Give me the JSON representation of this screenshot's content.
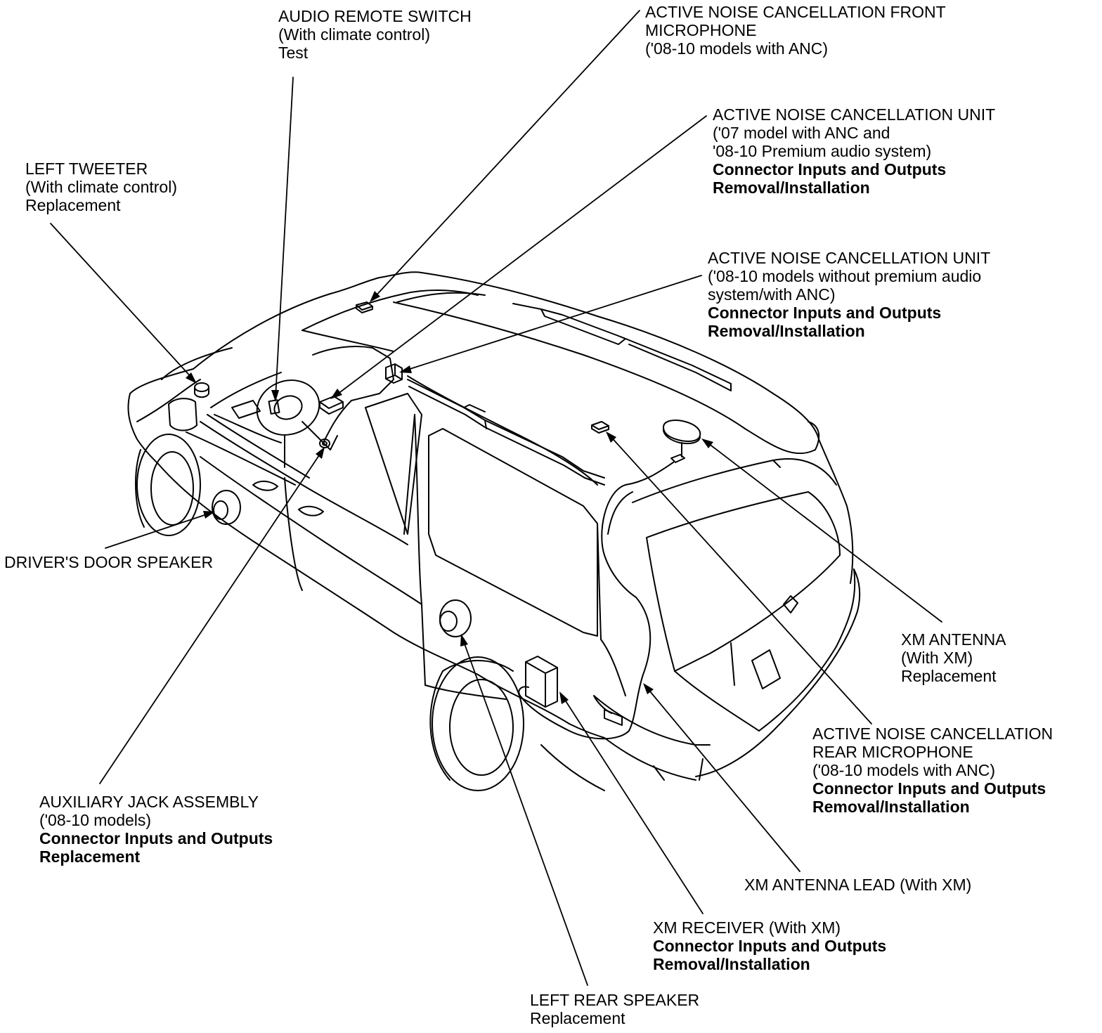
{
  "colors": {
    "ink": "#000000",
    "background": "#ffffff"
  },
  "callouts": {
    "audio_remote_switch": {
      "lines": [
        "AUDIO REMOTE SWITCH",
        "(With climate control)",
        "Test"
      ]
    },
    "anc_front_mic": {
      "lines": [
        "ACTIVE NOISE CANCELLATION FRONT",
        "MICROPHONE",
        "('08-10 models with ANC)"
      ]
    },
    "anc_unit_premium": {
      "lines": [
        "ACTIVE NOISE CANCELLATION UNIT",
        "('07 model with ANC and",
        " '08-10 Premium audio system)"
      ],
      "links": [
        "Connector Inputs and Outputs",
        "Removal/Installation"
      ]
    },
    "anc_unit_standard": {
      "lines": [
        "ACTIVE NOISE CANCELLATION UNIT",
        "('08-10 models without premium audio",
        "system/with ANC)"
      ],
      "links": [
        "Connector Inputs and Outputs",
        "Removal/Installation"
      ]
    },
    "left_tweeter": {
      "lines": [
        "LEFT TWEETER",
        "(With climate control)",
        "Replacement"
      ]
    },
    "drivers_door_speaker": {
      "lines": [
        "DRIVER'S DOOR SPEAKER"
      ]
    },
    "xm_antenna": {
      "lines": [
        "XM ANTENNA",
        "(With XM)",
        "Replacement"
      ]
    },
    "anc_rear_mic": {
      "lines": [
        "ACTIVE NOISE CANCELLATION",
        "REAR MICROPHONE",
        "('08-10 models with ANC)"
      ],
      "links": [
        "Connector Inputs and Outputs",
        "Removal/Installation"
      ]
    },
    "aux_jack": {
      "lines": [
        "AUXILIARY JACK ASSEMBLY",
        "('08-10 models)"
      ],
      "links": [
        "Connector Inputs and Outputs",
        "Replacement"
      ]
    },
    "xm_antenna_lead": {
      "lines": [
        "XM ANTENNA LEAD (With XM)"
      ]
    },
    "xm_receiver": {
      "lines": [
        "XM RECEIVER (With XM)"
      ],
      "links": [
        "Connector Inputs and Outputs",
        "Removal/Installation"
      ]
    },
    "left_rear_speaker": {
      "lines": [
        "LEFT REAR SPEAKER",
        "Replacement"
      ]
    }
  }
}
